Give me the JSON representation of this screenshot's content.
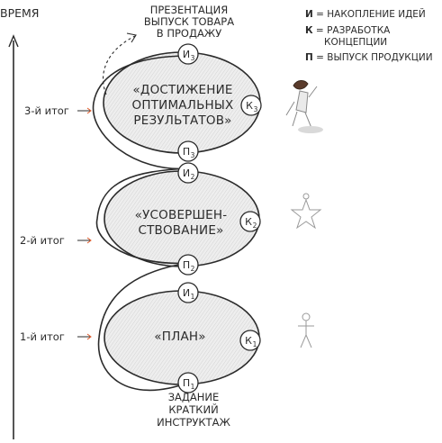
{
  "axis_label": "ВРЕМЯ",
  "top_caption": [
    "ПРЕЗЕНТАЦИЯ",
    "ВЫПУСК ТОВАРА",
    "В ПРОДАЖУ"
  ],
  "bottom_caption": [
    "ЗАДАНИЕ",
    "КРАТКИЙ",
    "ИНСТРУКТАЖ"
  ],
  "legend": [
    {
      "letter": "И",
      "text": " = НАКОПЛЕНИЕ ИДЕЙ"
    },
    {
      "letter": "К",
      "text": " = РАЗРАБОТКА"
    },
    {
      "letter": "",
      "text": "КОНЦЕПЦИИ"
    },
    {
      "letter": "П",
      "text": " = ВЫПУСК ПРОДУКЦИИ"
    }
  ],
  "milestones": [
    "3-й итог",
    "2-й итог",
    "1-й итог"
  ],
  "stages": [
    {
      "label_lines": [
        "«ДОСТИЖЕНИЕ",
        "ОПТИМАЛЬНЫХ",
        "РЕЗУЛЬТАТОВ»"
      ],
      "nodes": {
        "top": "И",
        "right": "К",
        "bottom": "П"
      },
      "index": "3"
    },
    {
      "label_lines": [
        "«УСОВЕРШЕН-",
        "СТВОВАНИЕ»"
      ],
      "nodes": {
        "top": "И",
        "right": "К",
        "bottom": "П"
      },
      "index": "2"
    },
    {
      "label_lines": [
        "«ПЛАН»"
      ],
      "nodes": {
        "top": "И",
        "right": "К",
        "bottom": "П"
      },
      "index": "1"
    }
  ],
  "colors": {
    "ink": "#2b2b2b",
    "fill": "#e9e9e9",
    "arrow_accent": "#e05a2a"
  }
}
